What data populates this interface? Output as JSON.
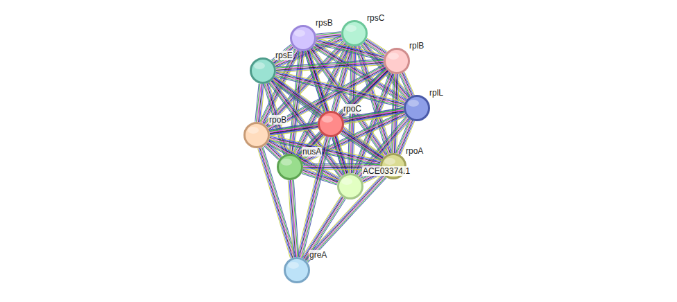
{
  "diagram": {
    "nodes": [
      {
        "text": [
          "rpsC"
        ]
      },
      {
        "text": [
          "rpsB"
        ]
      },
      {
        "text": [
          "rplB"
        ]
      },
      {
        "text": [
          "rpsE"
        ]
      },
      {
        "text": [
          "rplL"
        ]
      },
      {
        "text": [
          "rpoC"
        ]
      },
      {
        "text": [
          "rpoB"
        ]
      },
      {
        "text": [
          "rpoA"
        ]
      },
      {
        "text": [
          "nusA"
        ]
      },
      {
        "text": [
          "ACE03374.1"
        ]
      },
      {
        "text": [
          "greA"
        ]
      }
    ],
    "edges": [
      {
        "from": 0,
        "to": 1,
        "arrow": "none"
      },
      {
        "from": 0,
        "to": 2,
        "arrow": "none"
      },
      {
        "from": 0,
        "to": 3,
        "arrow": "none"
      },
      {
        "from": 0,
        "to": 4,
        "arrow": "none"
      },
      {
        "from": 0,
        "to": 5,
        "arrow": "none"
      },
      {
        "from": 0,
        "to": 6,
        "arrow": "none"
      },
      {
        "from": 0,
        "to": 7,
        "arrow": "none"
      },
      {
        "from": 0,
        "to": 8,
        "arrow": "none"
      },
      {
        "from": 0,
        "to": 9,
        "arrow": "none"
      },
      {
        "from": 1,
        "to": 2,
        "arrow": "none"
      },
      {
        "from": 1,
        "to": 3,
        "arrow": "none"
      },
      {
        "from": 1,
        "to": 4,
        "arrow": "none"
      },
      {
        "from": 1,
        "to": 5,
        "arrow": "none"
      },
      {
        "from": 1,
        "to": 6,
        "arrow": "none"
      },
      {
        "from": 1,
        "to": 7,
        "arrow": "none"
      },
      {
        "from": 1,
        "to": 8,
        "arrow": "none"
      },
      {
        "from": 1,
        "to": 9,
        "arrow": "none"
      },
      {
        "from": 2,
        "to": 3,
        "arrow": "none"
      },
      {
        "from": 2,
        "to": 4,
        "arrow": "none"
      },
      {
        "from": 2,
        "to": 5,
        "arrow": "none"
      },
      {
        "from": 2,
        "to": 6,
        "arrow": "none"
      },
      {
        "from": 2,
        "to": 7,
        "arrow": "none"
      },
      {
        "from": 2,
        "to": 8,
        "arrow": "none"
      },
      {
        "from": 2,
        "to": 9,
        "arrow": "none"
      },
      {
        "from": 3,
        "to": 4,
        "arrow": "none"
      },
      {
        "from": 3,
        "to": 5,
        "arrow": "none"
      },
      {
        "from": 3,
        "to": 6,
        "arrow": "none"
      },
      {
        "from": 3,
        "to": 7,
        "arrow": "none"
      },
      {
        "from": 3,
        "to": 8,
        "arrow": "none"
      },
      {
        "from": 3,
        "to": 9,
        "arrow": "none"
      },
      {
        "from": 4,
        "to": 5,
        "arrow": "none"
      },
      {
        "from": 4,
        "to": 6,
        "arrow": "none"
      },
      {
        "from": 4,
        "to": 7,
        "arrow": "none"
      },
      {
        "from": 4,
        "to": 8,
        "arrow": "none"
      },
      {
        "from": 4,
        "to": 9,
        "arrow": "none"
      },
      {
        "from": 5,
        "to": 6,
        "arrow": "none"
      },
      {
        "from": 5,
        "to": 7,
        "arrow": "none"
      },
      {
        "from": 5,
        "to": 8,
        "arrow": "none"
      },
      {
        "from": 5,
        "to": 9,
        "arrow": "none"
      },
      {
        "from": 6,
        "to": 7,
        "arrow": "none"
      },
      {
        "from": 6,
        "to": 8,
        "arrow": "none"
      },
      {
        "from": 6,
        "to": 9,
        "arrow": "none"
      },
      {
        "from": 7,
        "to": 8,
        "arrow": "none"
      },
      {
        "from": 7,
        "to": 9,
        "arrow": "none"
      },
      {
        "from": 8,
        "to": 9,
        "arrow": "none"
      },
      {
        "from": 10,
        "to": 5,
        "arrow": "none"
      },
      {
        "from": 10,
        "to": 6,
        "arrow": "none"
      },
      {
        "from": 10,
        "to": 7,
        "arrow": "none"
      },
      {
        "from": 10,
        "to": 8,
        "arrow": "none"
      },
      {
        "from": 10,
        "to": 9,
        "arrow": "none"
      }
    ]
  }
}
